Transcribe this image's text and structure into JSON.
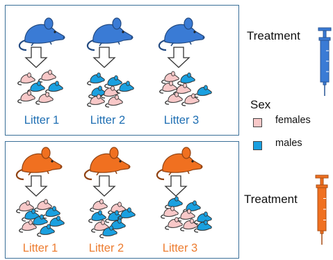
{
  "litters_top": [
    "Litter 1",
    "Litter 2",
    "Litter 3"
  ],
  "litters_bottom": [
    "Litter 1",
    "Litter 2",
    "Litter 3"
  ],
  "treatment_label": "Treatment",
  "legend": {
    "title": "Sex",
    "female_label": "females",
    "male_label": "males"
  },
  "colors": {
    "treatment_top": "#3a7bd5",
    "treatment_bottom": "#f07020",
    "female": "#f8c8c8",
    "male": "#1aa0e0",
    "label_top": "#1f6fb3",
    "label_bottom": "#ed7d31"
  },
  "icons": [
    "mouse-icon",
    "arrow-down-icon",
    "pup-icon",
    "syringe-icon"
  ]
}
